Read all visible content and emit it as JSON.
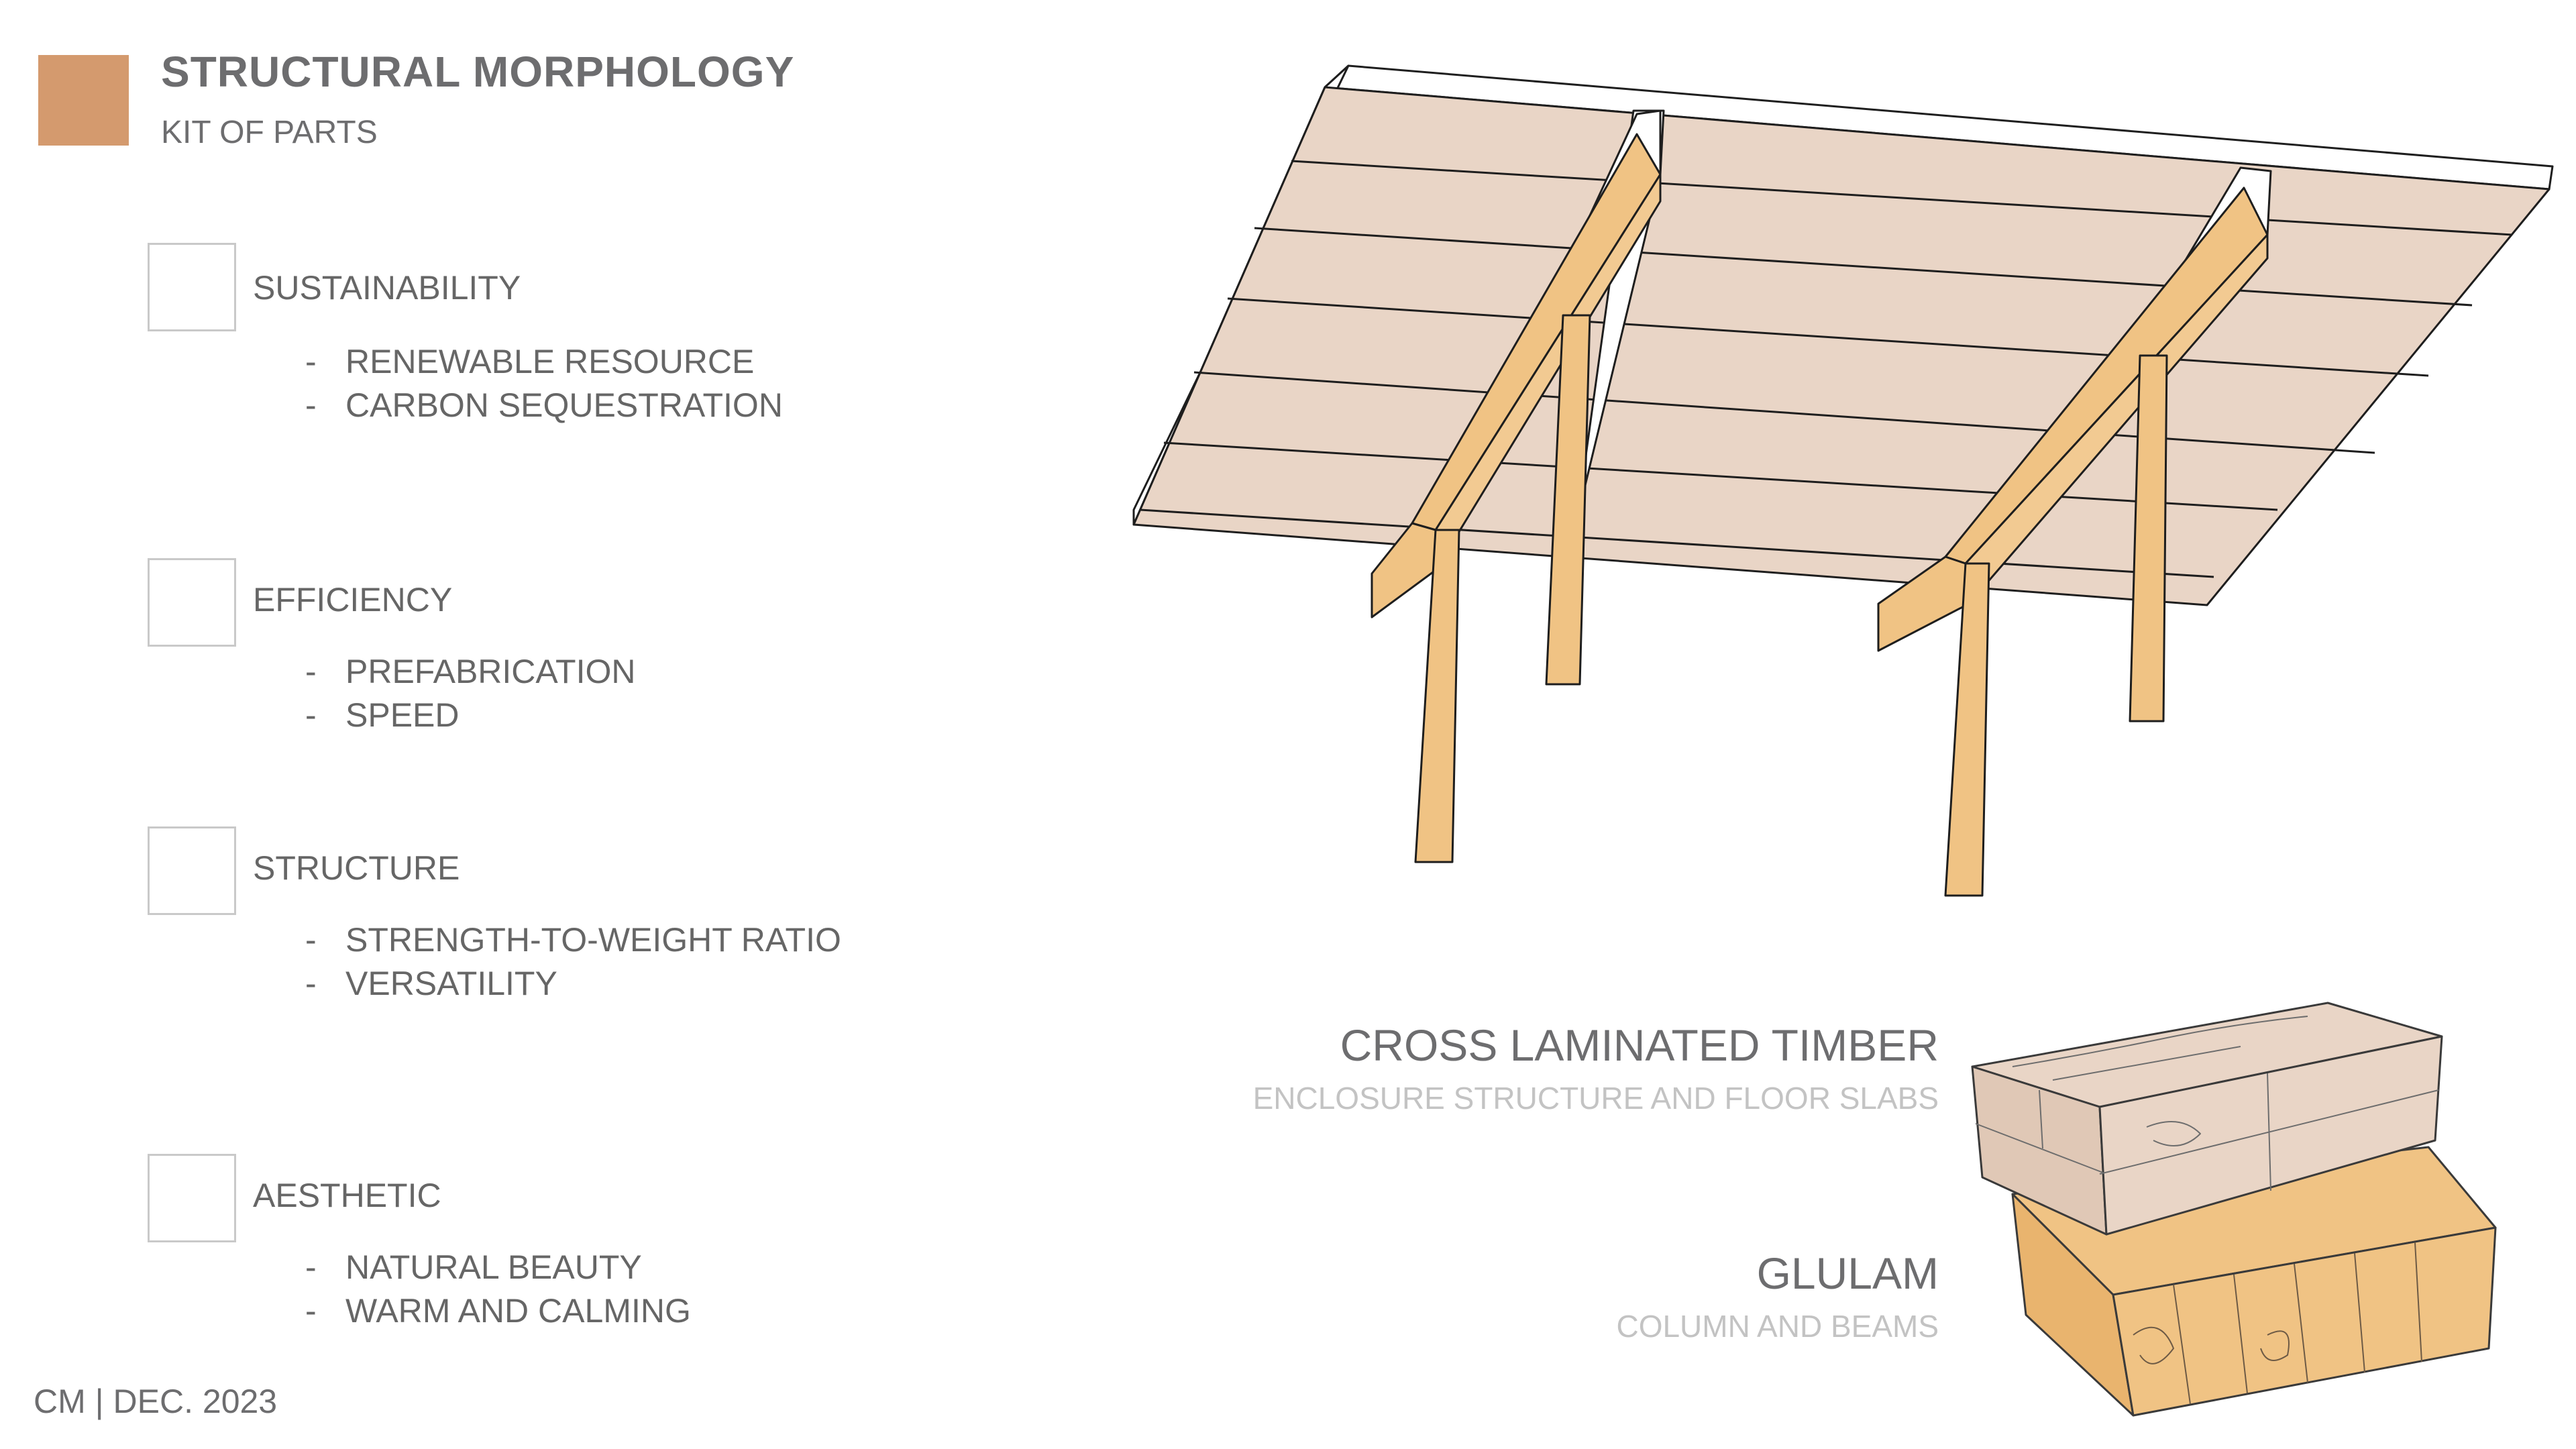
{
  "header": {
    "title": "STRUCTURAL MORPHOLOGY",
    "subtitle": "KIT OF PARTS",
    "swatch_color": "#D49A6E"
  },
  "sections": [
    {
      "title": "SUSTAINABILITY",
      "items": [
        "RENEWABLE RESOURCE",
        "CARBON SEQUESTRATION"
      ]
    },
    {
      "title": "EFFICIENCY",
      "items": [
        "PREFABRICATION",
        "SPEED"
      ]
    },
    {
      "title": "STRUCTURE",
      "items": [
        "STRENGTH-TO-WEIGHT RATIO",
        "VERSATILITY"
      ]
    },
    {
      "title": "AESTHETIC",
      "items": [
        "NATURAL BEAUTY",
        "WARM AND CALMING"
      ]
    }
  ],
  "footer": "CM | DEC. 2023",
  "materials": {
    "clt": {
      "title": "CROSS LAMINATED TIMBER",
      "subtitle": "ENCLOSURE STRUCTURE AND FLOOR SLABS",
      "color": "#E9D5C6"
    },
    "glulam": {
      "title": "GLULAM",
      "subtitle": "COLUMN AND BEAMS",
      "color": "#F0C384"
    }
  }
}
